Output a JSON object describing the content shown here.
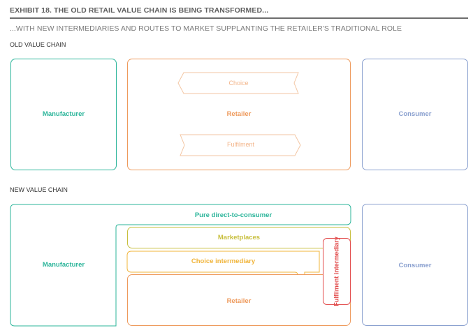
{
  "exhibit": {
    "title": "EXHIBIT 18. THE OLD RETAIL VALUE CHAIN IS BEING TRANSFORMED...",
    "subtitle": "...WITH NEW INTERMEDIARIES AND ROUTES TO MARKET SUPPLANTING THE RETAILER'S TRADITIONAL ROLE"
  },
  "old_chain": {
    "label": "OLD VALUE CHAIN",
    "manufacturer": "Manufacturer",
    "retailer": "Retailer",
    "consumer": "Consumer",
    "choice": "Choice",
    "fulfilment": "Fulfilment"
  },
  "new_chain": {
    "label": "NEW VALUE CHAIN",
    "manufacturer": "Manufacturer",
    "pure_dtc": "Pure direct-to-consumer",
    "marketplaces": "Marketplaces",
    "choice_intermediary": "Choice intermediary",
    "retailer": "Retailer",
    "fulfilment_intermediary": "Fulfilment intermediary",
    "consumer": "Consumer"
  },
  "colors": {
    "manufacturer": "#2bb59a",
    "retailer": "#ee9a5c",
    "consumer": "#8aa0cf",
    "marketplaces": "#c8bf3e",
    "choice_intermediary": "#f0b43a",
    "fulfilment_intermediary": "#e24b4b",
    "ribbon": "#f3c6a3"
  }
}
